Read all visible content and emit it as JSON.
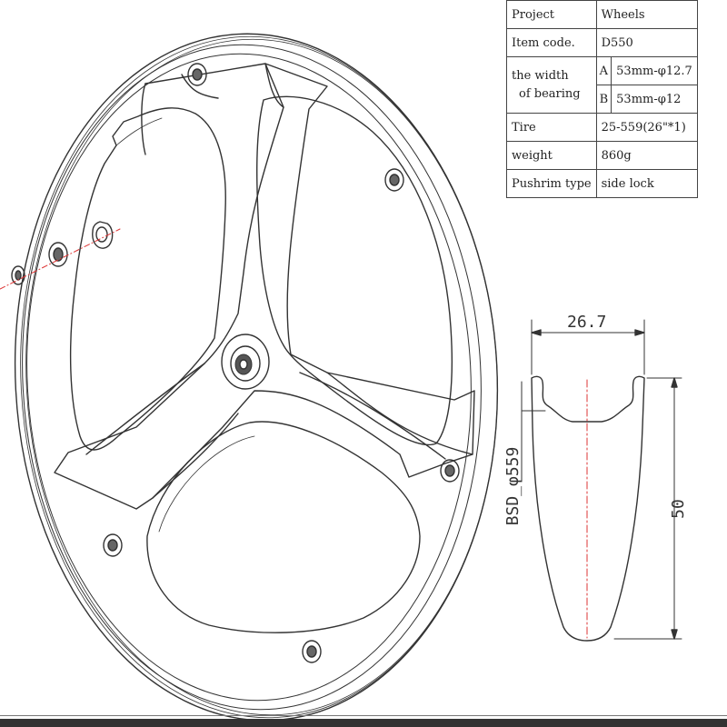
{
  "spec_table": {
    "project_label": "Project",
    "project_value": "Wheels",
    "item_code_label": "Item code.",
    "item_code_value": "D550",
    "bearing_label_line1": "the width",
    "bearing_label_line2": "of bearing",
    "bearing_a_key": "A",
    "bearing_a_value": "53mm-φ12.7",
    "bearing_b_key": "B",
    "bearing_b_value": "53mm-φ12",
    "tire_label": "Tire",
    "tire_value": "25-559(26\"*1)",
    "weight_label": "weight",
    "weight_value": "860g",
    "pushrim_label": "Pushrim type",
    "pushrim_value": "side lock"
  },
  "rim_profile": {
    "width_dimension": "26.7",
    "height_dimension": "50",
    "bsd_dimension": "BSD_φ559"
  }
}
